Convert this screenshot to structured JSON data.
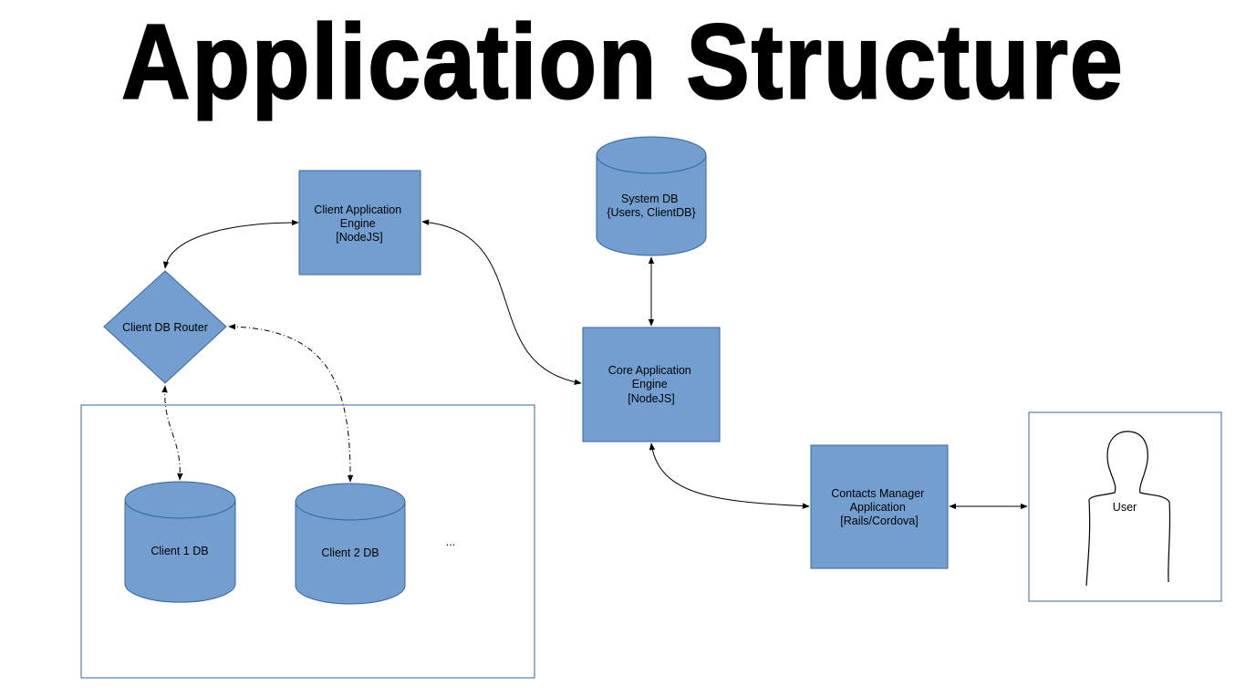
{
  "title": "Application Structure",
  "nodes": {
    "client_app_engine": {
      "lines": [
        "Client Application",
        "Engine",
        "[NodeJS]"
      ]
    },
    "system_db": {
      "lines": [
        "System DB",
        "{Users, ClientDB}"
      ]
    },
    "client_db_router": {
      "lines": [
        "Client DB Router"
      ]
    },
    "core_app_engine": {
      "lines": [
        "Core Application",
        "Engine",
        "[NodeJS]"
      ]
    },
    "client1_db": {
      "lines": [
        "Client 1 DB"
      ]
    },
    "client2_db": {
      "lines": [
        "Client 2 DB"
      ]
    },
    "ellipsis": {
      "lines": [
        "..."
      ]
    },
    "contacts_manager": {
      "lines": [
        "Contacts Manager",
        "Application",
        "[Rails/Cordova]"
      ]
    },
    "user": {
      "lines": [
        "User"
      ]
    }
  },
  "colors": {
    "fill": "#729fcf",
    "stroke": "#3465a4",
    "line": "#000000"
  }
}
